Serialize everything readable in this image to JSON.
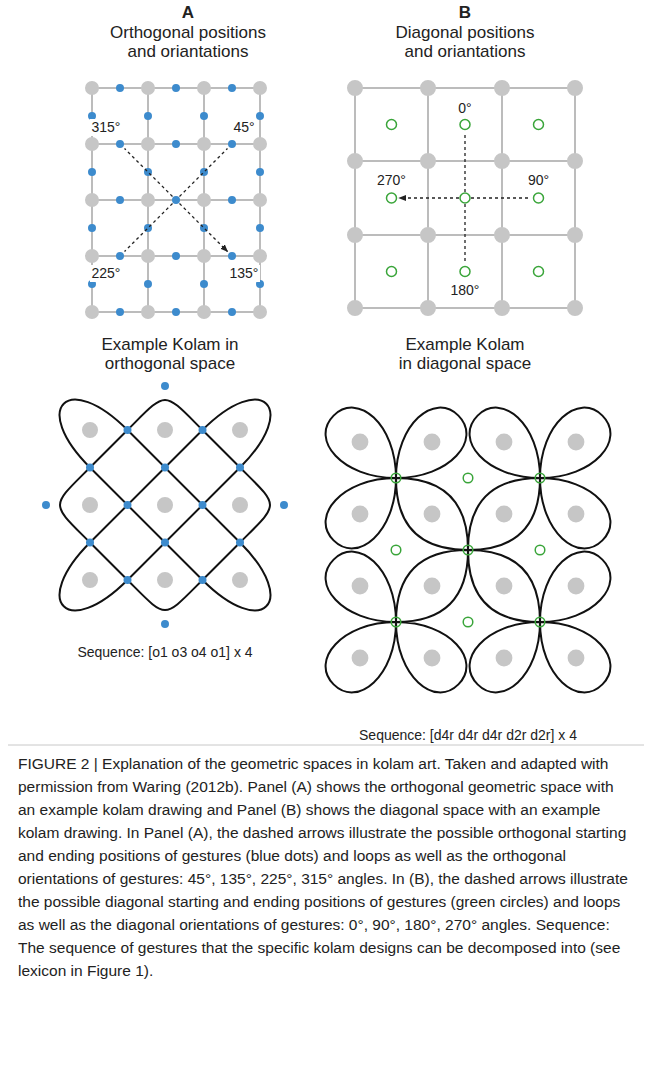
{
  "diagram": {
    "caption": "FIGURE 2 | Explanation of the geometric spaces in kolam art. Taken and adapted with permission from Waring (2012b). Panel (A) shows the orthogonal geometric space with an example kolam drawing and Panel (B) shows the diagonal space with an example kolam drawing. In Panel (A), the dashed arrows illustrate the possible orthogonal starting and ending positions of gestures (blue dots) and loops as well as the orthogonal orientations of gestures: 45°, 135°, 225°, 315° angles. In (B), the dashed arrows illustrate the possible diagonal starting and ending positions of gestures (green circles) and loops as well as the diagonal orientations of gestures: 0°, 90°, 180°, 270° angles. Sequence: The sequence of gestures that the specific kolam designs can be decomposed into (see lexicon in Figure 1).",
    "labels": [
      "A",
      "Orthogonal positions and oriantations",
      "315°",
      "45°",
      "225°",
      "135°",
      "B",
      "Diagonal positions and oriantations",
      "0°",
      "270°",
      "90°",
      "180°",
      "Example Kolam in orthogonal space",
      "Sequence: [o1 o3 o4 o1] x 4",
      "Example Kolam in diagonal space",
      "Sequence: [d4r d4r d4r d2r d2r] x 4"
    ]
  }
}
